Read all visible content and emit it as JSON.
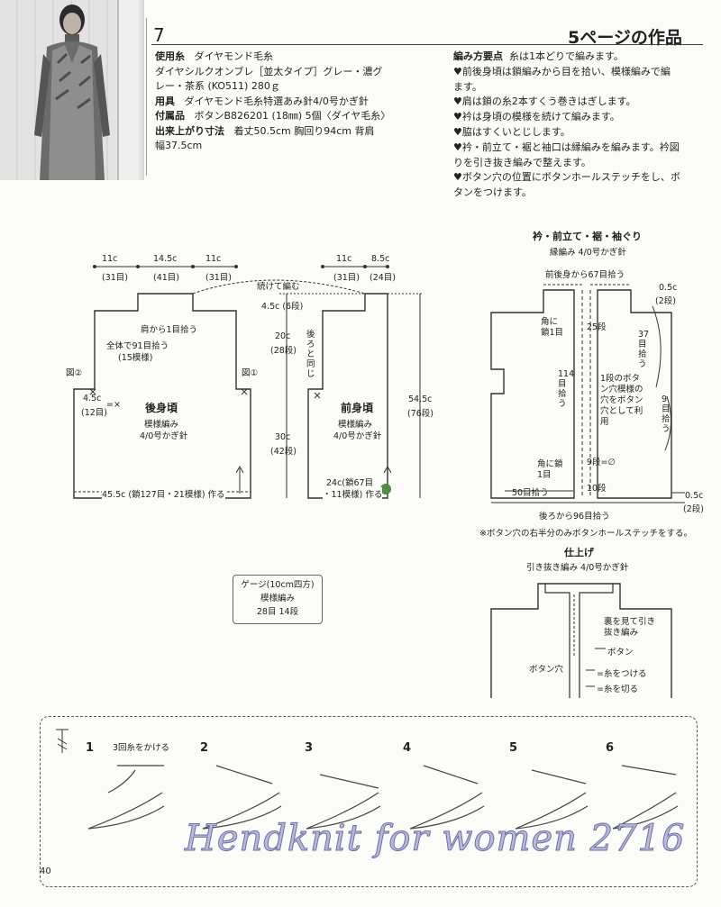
{
  "header": {
    "page_no": "7",
    "work_ref": "5ページの作品"
  },
  "materials": {
    "yarn_label": "使用糸",
    "yarn_brand": "ダイヤモンド毛糸",
    "yarn_line1": "ダイヤシルクオンブレ［並太タイプ］グレー・濃グ",
    "yarn_line2": "レー・茶系 (KO511) 280ｇ",
    "tools_label": "用具",
    "tools_value": "ダイヤモンド毛糸特選あみ針4/0号かぎ針",
    "notions_label": "付属品",
    "notions_value": "ボタンB826201 (18㎜) 5個〈ダイヤ毛糸〉",
    "size_label": "出来上がり寸法",
    "size_line1": "着丈50.5cm 胸回り94cm 背肩",
    "size_line2": "幅37.5cm"
  },
  "points": {
    "title": "編み方要点",
    "intro": "糸は1本どりで編みます。",
    "items": [
      "♥前後身頃は鎖編みから目を拾い、模様編みで編",
      "ます。",
      "♥肩は鎖の糸2本すくう巻きはぎします。",
      "♥衿は身頃の模様を続けて編みます。",
      "♥脇はすくいとじします。",
      "♥衿・前立て・裾と袖口は縁編みを編みます。衿図",
      "りを引き抜き編みで整えます。",
      "♥ボタン穴の位置にボタンホールステッチをし、ボ",
      "タンをつけます。"
    ]
  },
  "back": {
    "top_dims": [
      "11c",
      "14.5c",
      "11c"
    ],
    "top_rows": [
      "(31目)",
      "(41目)",
      "(31目)"
    ],
    "pick_shoulder": "肩から1目拾う",
    "pick_all_1": "全体で91目拾う",
    "pick_all_2": "(15模様)",
    "fig2": "図②",
    "fig1": "図①",
    "side_dim": "4.5c",
    "side_rows": "(12目)",
    "side_mark": "=×",
    "title": "後身頃",
    "pattern": "模様編み",
    "needle": "4/0号かぎ針",
    "bottom": "45.5c (鎖127目・21模様) 作る"
  },
  "front": {
    "top_dims": [
      "11c",
      "8.5c"
    ],
    "top_rows": [
      "(31目)",
      "(24目)"
    ],
    "continue": "続けて編む",
    "neck_dim": "4.5c (6段)",
    "shoulder_dim": "20c",
    "shoulder_rows": "(28段)",
    "side_note": "後ろと同じ",
    "body_dim": "30c",
    "body_rows": "(42段)",
    "total_dim": "54.5c",
    "total_rows": "(76段)",
    "title": "前身頃",
    "pattern": "模様編み",
    "needle": "4/0号かぎ針",
    "bottom_1": "24c(鎖67目",
    "bottom_2": "・11模様) 作る"
  },
  "gauge": {
    "title": "ゲージ(10cm四方)",
    "pattern": "模様編み",
    "value": "28目 14段"
  },
  "border": {
    "title": "衿・前立て・裾・袖ぐり",
    "subtitle": "縁編み 4/0号かぎ針",
    "pick_top": "前後身から67目拾う",
    "top_right_dim": "0.5c",
    "top_right_rows": "(2段)",
    "corner_top": "角に鎖1目",
    "rows_25": "25段",
    "arm_pick_1": "37目拾う",
    "pick_114": "114目拾う",
    "buttonhole": "1段のボタン穴模様の穴をボタン穴として利用",
    "arm_pick_2": "9目拾う",
    "rows_9": "9段=∅",
    "corner_bottom": "角に鎖1目",
    "rows_10": "10段",
    "pick_50": "50目拾う",
    "pick_96": "後ろから96目拾う",
    "bottom_right_dim": "0.5c",
    "bottom_right_rows": "(2段)",
    "note": "※ボタン穴の右半分のみボタンホールステッチをする。"
  },
  "finish": {
    "title": "仕上げ",
    "subtitle": "引き抜き編み 4/0号かぎ針",
    "reverse": "裏を見て引き抜き編み",
    "button": "ボタン",
    "buttonhole": "ボタン穴",
    "legend_attach": "=糸をつける",
    "legend_cut": "=糸を切る"
  },
  "steps": {
    "numbers": [
      "1",
      "2",
      "3",
      "4",
      "5",
      "6"
    ],
    "note_1": "3回糸をかける"
  },
  "watermark": "Hendknit for women 2716",
  "page_number": "40"
}
